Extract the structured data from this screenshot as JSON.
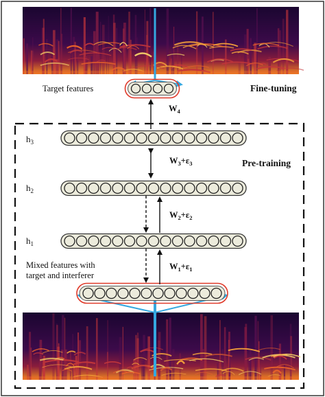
{
  "labels": {
    "target_features": "Target features",
    "fine_tuning": "Fine-tuning",
    "pre_training": "Pre-training",
    "mixed_features_line1": "Mixed features with",
    "mixed_features_line2": "target and interferer"
  },
  "layers": {
    "h3": {
      "base": "h",
      "sub": "3"
    },
    "h2": {
      "base": "h",
      "sub": "2"
    },
    "h1": {
      "base": "h",
      "sub": "1"
    }
  },
  "weights": {
    "w4": {
      "base": "W",
      "sub": "4",
      "eps": ""
    },
    "w3": {
      "base": "W",
      "sub": "3",
      "eps": "+ε",
      "eps_sub": "3"
    },
    "w2": {
      "base": "W",
      "sub": "2",
      "eps": "+ε",
      "eps_sub": "2"
    },
    "w1": {
      "base": "W",
      "sub": "1",
      "eps": "+ε",
      "eps_sub": "1"
    }
  },
  "units": {
    "target": 4,
    "h3": 15,
    "h2": 15,
    "h1": 15,
    "input": 12
  },
  "colors": {
    "unit_fill": "#ecebdc",
    "unit_stroke": "#222222",
    "highlight_stroke": "#e03a2a",
    "blue_line": "#35a8e0",
    "dashed_box": "#111111"
  }
}
